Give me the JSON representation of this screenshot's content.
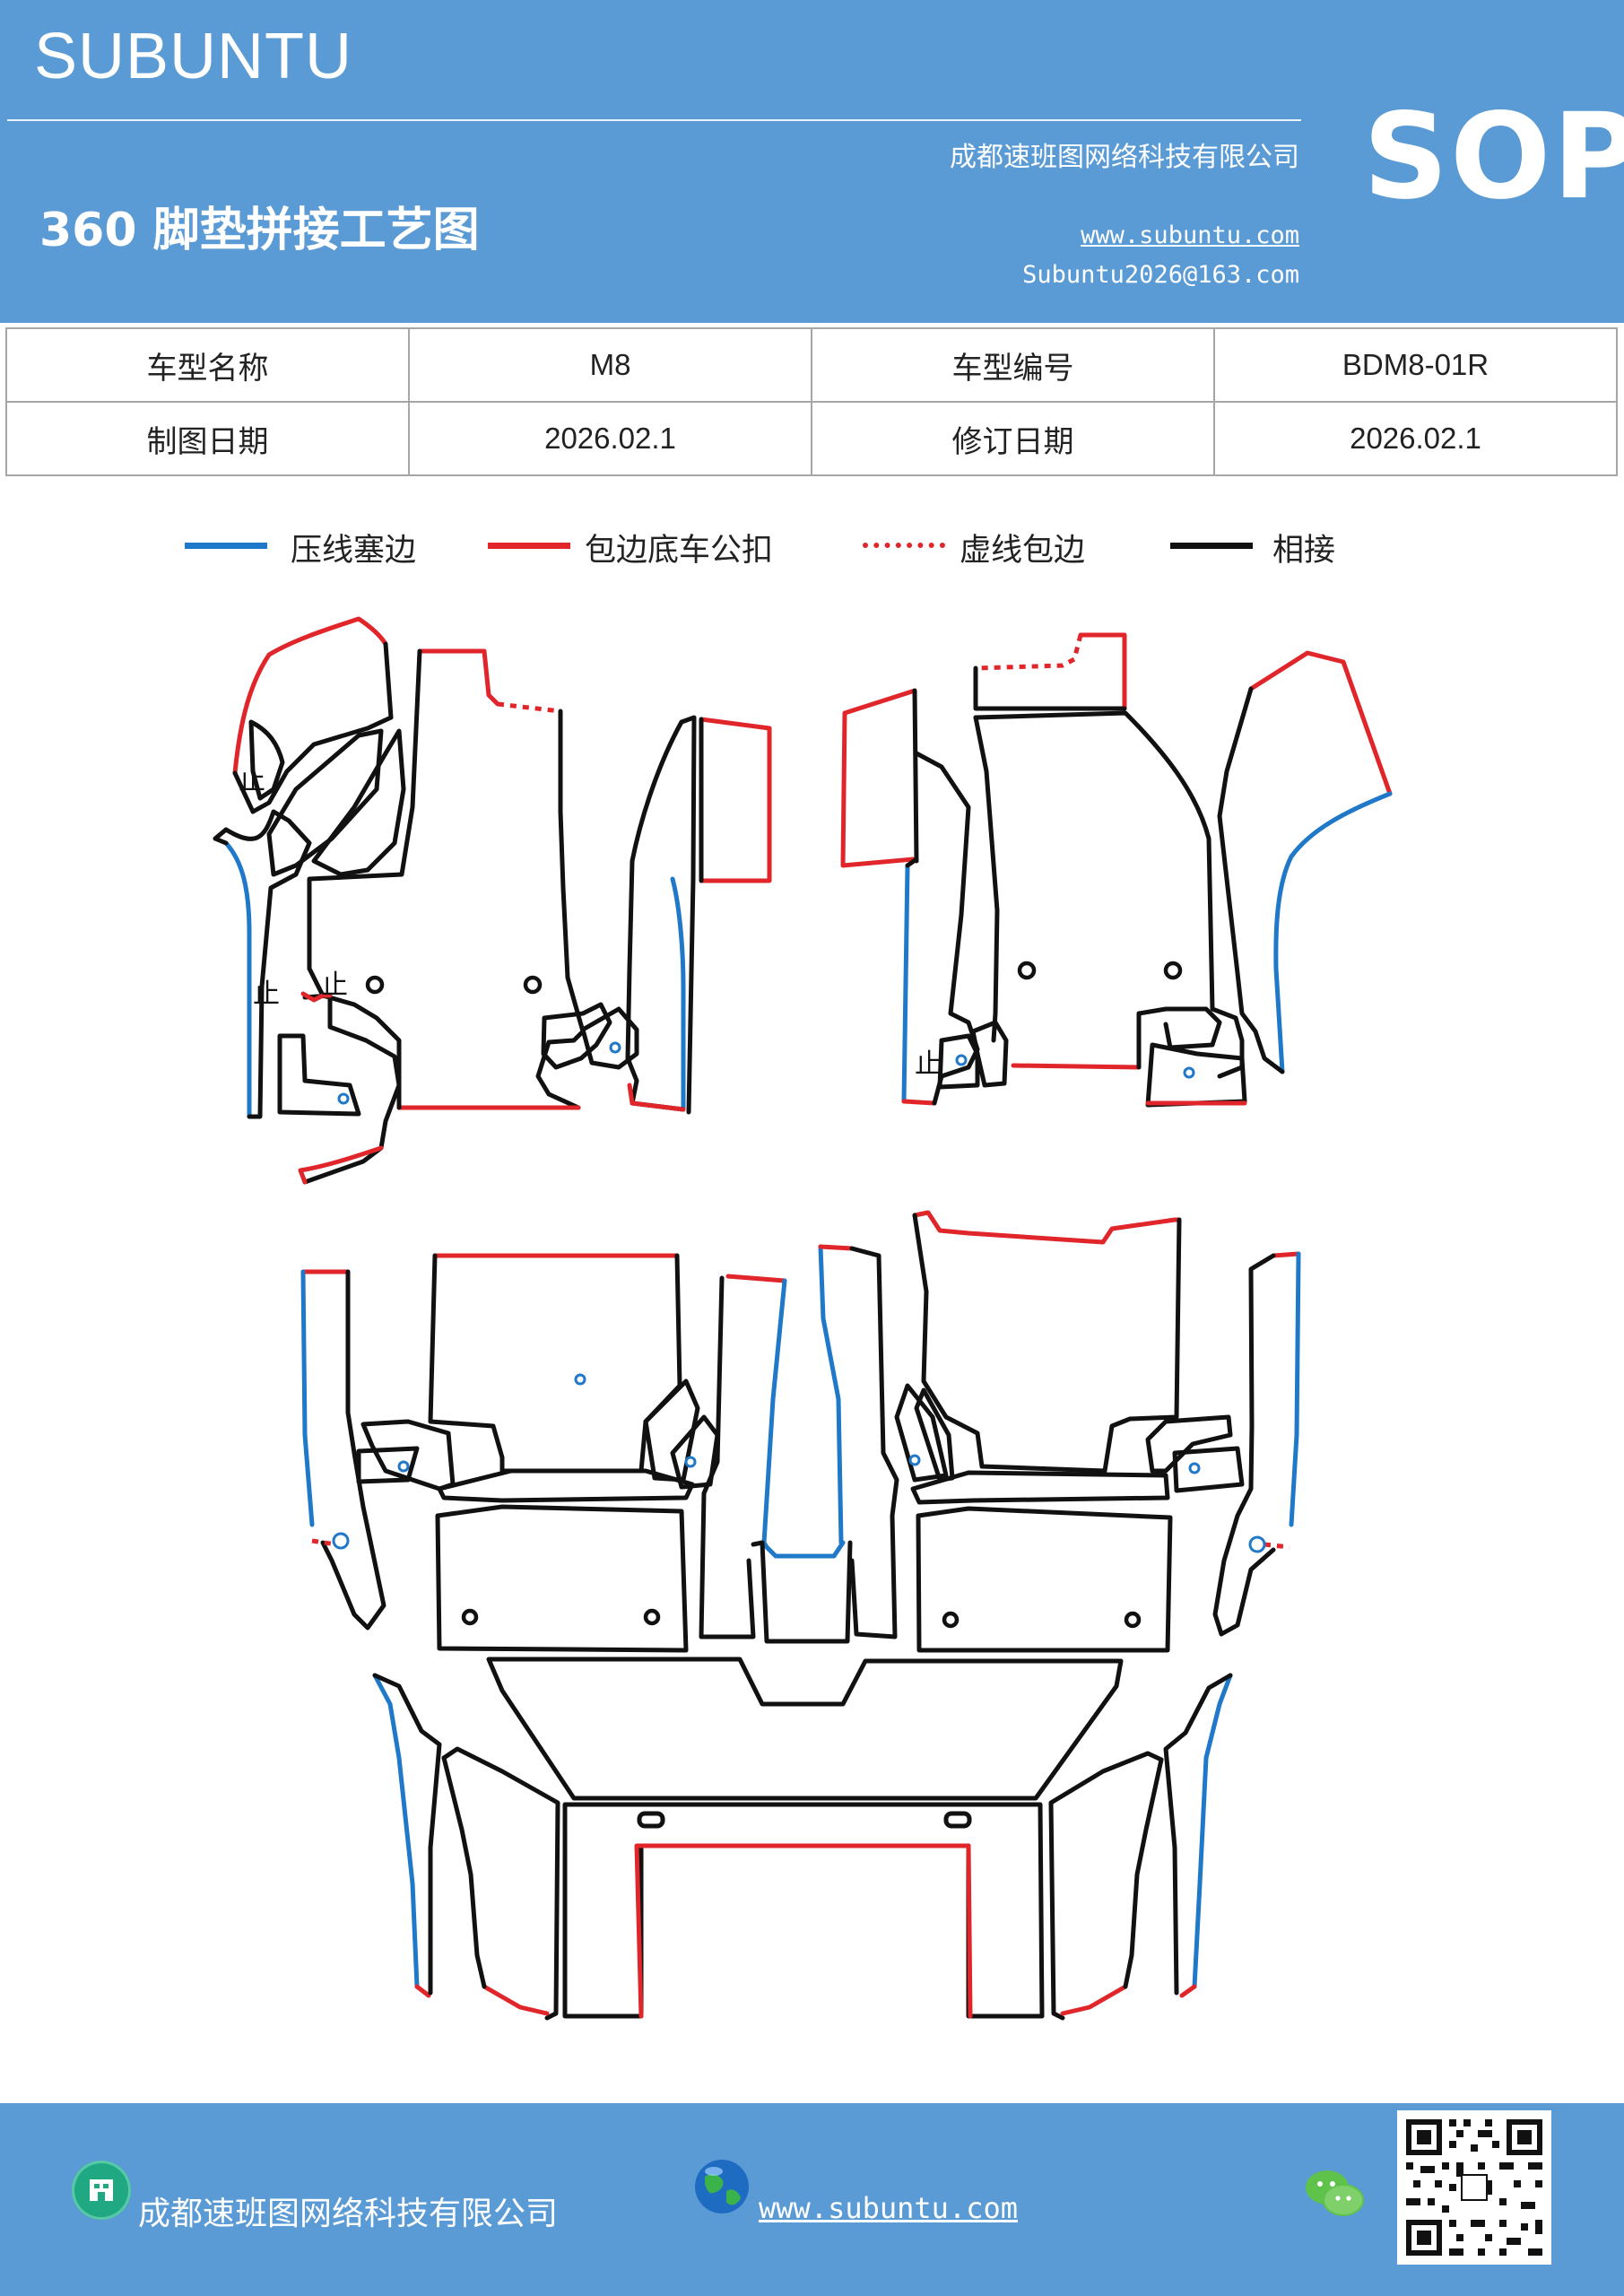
{
  "header": {
    "brand": "SUBUNTU",
    "company": "成都速班图网络科技有限公司",
    "title": "360 脚垫拼接工艺图",
    "website": "www.subuntu.com",
    "email": "Subuntu2026@163.com",
    "badge": "SOP"
  },
  "info_table": {
    "rows": [
      {
        "label1": "车型名称",
        "value1": "M8",
        "label2": "车型编号",
        "value2": "BDM8-01R"
      },
      {
        "label1": "制图日期",
        "value1": "2026.02.1",
        "label2": "修订日期",
        "value2": "2026.02.1"
      }
    ]
  },
  "legend": {
    "items": [
      {
        "label": "压线塞边",
        "color": "#1f78c8",
        "style": "solid"
      },
      {
        "label": "包边底车公扣",
        "color": "#e0262a",
        "style": "solid"
      },
      {
        "label": "虚线包边",
        "color": "#e0262a",
        "style": "dotted"
      },
      {
        "label": "相接",
        "color": "#111111",
        "style": "solid"
      }
    ]
  },
  "diagram": {
    "marker_text": "止"
  },
  "footer": {
    "company": "成都速班图网络科技有限公司",
    "website": "www.subuntu.com",
    "icons": [
      "company-icon",
      "globe-icon",
      "wechat-icon",
      "qr-code"
    ]
  }
}
